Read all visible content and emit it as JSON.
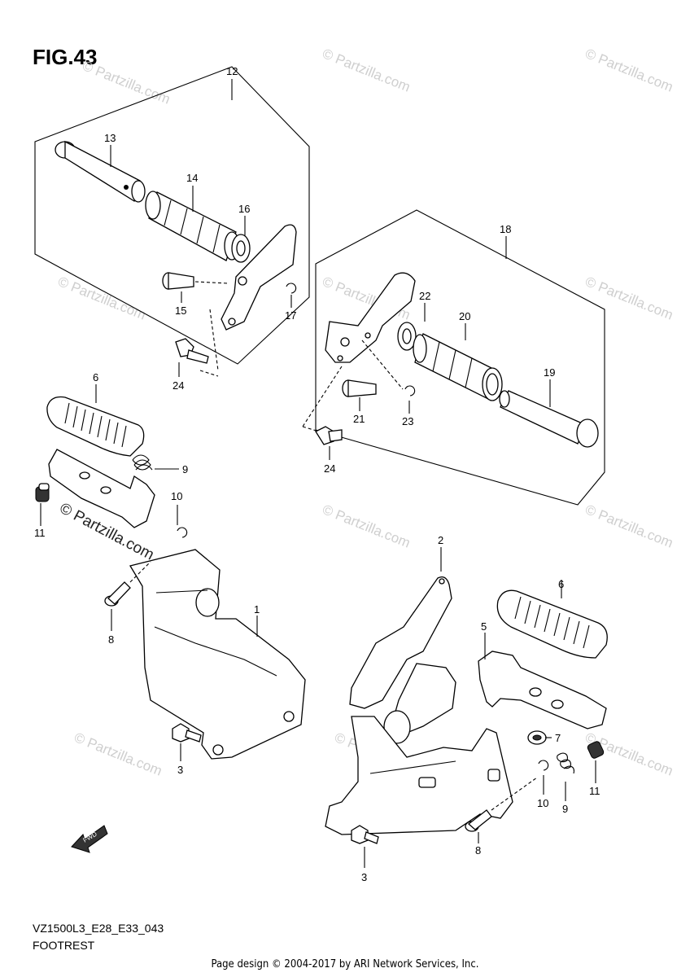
{
  "figure": {
    "title": "FIG.43",
    "code": "VZ1500L3_E28_E33_043",
    "caption": "FOOTREST",
    "footer": "Page design © 2004-2017 by ARI Network Services, Inc."
  },
  "watermark": {
    "text": "© Partzilla.com",
    "overlay_text": "© Partzilla.com"
  },
  "fwd_label": "FWD",
  "callouts": {
    "c12": "12",
    "c13": "13",
    "c14": "14",
    "c16": "16",
    "c15": "15",
    "c17": "17",
    "c24a": "24",
    "c18": "18",
    "c22": "22",
    "c20": "20",
    "c19": "19",
    "c21": "21",
    "c23": "23",
    "c24b": "24",
    "c6a": "6",
    "c9a": "9",
    "c10a": "10",
    "c11a": "11",
    "c8a": "8",
    "c1": "1",
    "c3a": "3",
    "c2": "2",
    "c6b": "6",
    "c5": "5",
    "c7": "7",
    "c11b": "11",
    "c10b": "10",
    "c9b": "9",
    "c8b": "8",
    "c3b": "3"
  }
}
